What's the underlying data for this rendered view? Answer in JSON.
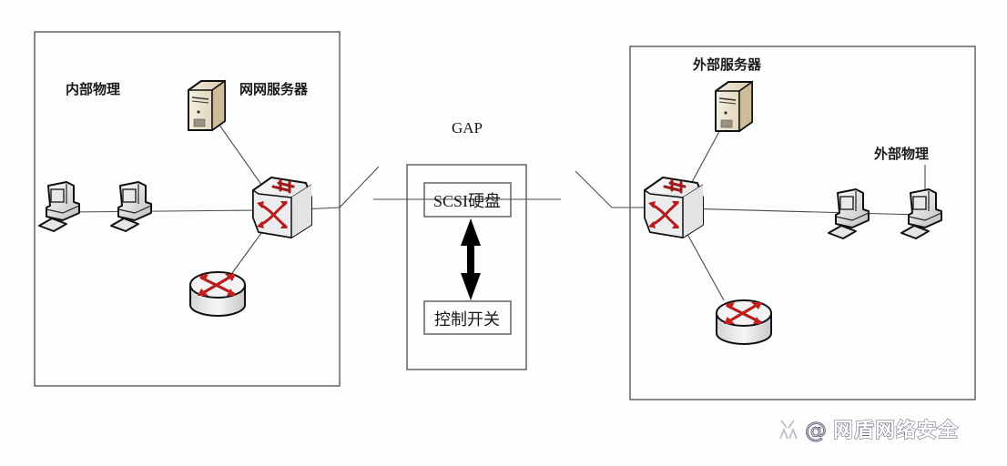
{
  "inner_network": {
    "label": "内部物理",
    "server_label": "网网服务器"
  },
  "gap": {
    "title": "GAP",
    "disk_label": "SCSI硬盘",
    "switch_label": "控制开关"
  },
  "outer_network": {
    "server_label": "外部服务器",
    "label": "外部物理"
  },
  "watermark": {
    "at": "@",
    "text": "网盾网络安全"
  },
  "colors": {
    "frame": "#4a4a52",
    "arrow_red": "#b81c1c",
    "server_beige": "#e6dcc4"
  }
}
